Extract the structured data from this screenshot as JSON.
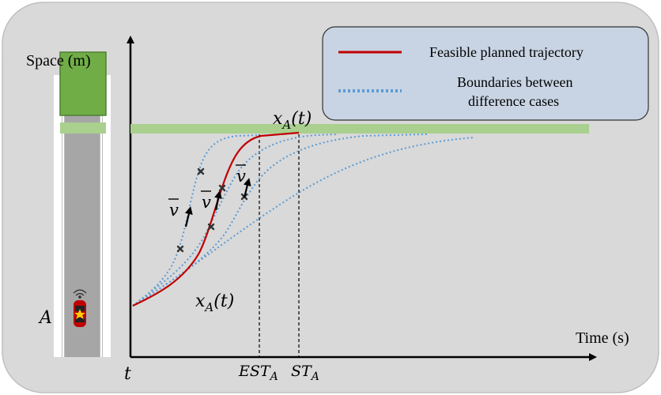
{
  "y_axis_label": "Space (m)",
  "x_axis_label": "Time (s)",
  "vehicle_label": "A",
  "origin_label": "t",
  "tick_est": "EST",
  "tick_st": "ST",
  "tick_subscript": "A",
  "curve_label_top": "x",
  "curve_label_bottom": "x",
  "curve_label_sub": "A",
  "curve_label_arg": "(t)",
  "velocity_label": "v",
  "legend": {
    "item1": "Feasible planned trajectory",
    "item2_line1": "Boundaries between",
    "item2_line2": "difference cases"
  },
  "colors": {
    "panel": "#d9d9d9",
    "feasible": "#c00000",
    "boundary": "#5b9bd5",
    "green_band": "#a9d08e",
    "green_box": "#70ad47",
    "legend_bg": "#c8d4e3",
    "road": "#a6a6a6"
  }
}
